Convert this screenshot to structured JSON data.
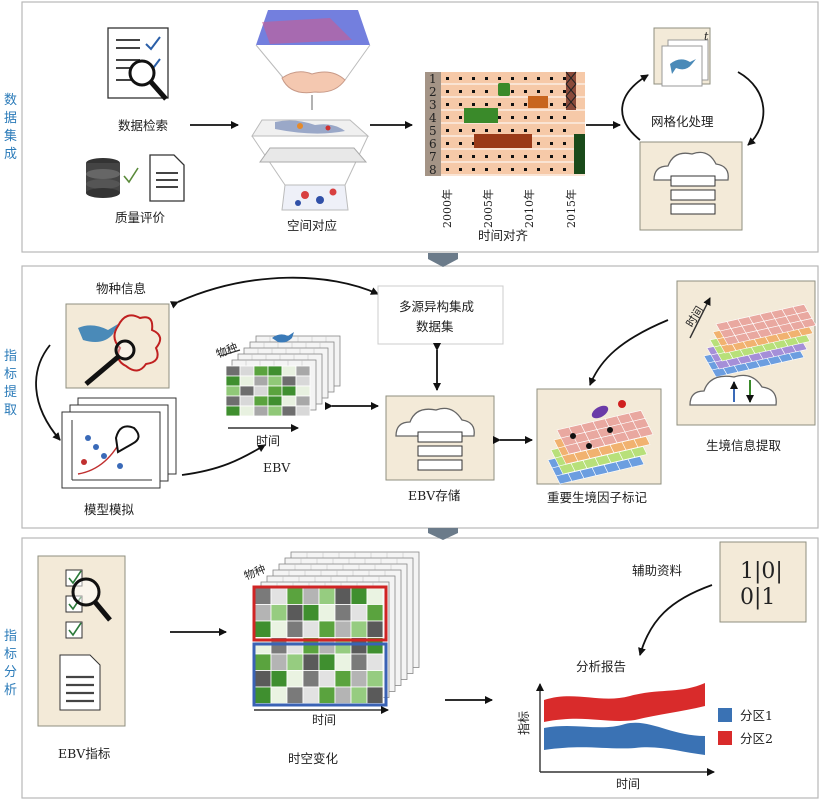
{
  "sections": {
    "integration": {
      "label": [
        "数",
        "据",
        "集",
        "成"
      ]
    },
    "extraction": {
      "label": [
        "指",
        "标",
        "提",
        "取"
      ]
    },
    "analysis": {
      "label": [
        "指",
        "标",
        "分",
        "析"
      ]
    }
  },
  "top": {
    "data_retrieval": "数据检索",
    "quality_eval": "质量评价",
    "spatial_match": "空间对应",
    "time_align": "时间对齐",
    "grid_process": "网格化处理",
    "row_numbers": [
      "1",
      "2",
      "3",
      "4",
      "5",
      "6",
      "7",
      "8"
    ],
    "years": [
      "2000年",
      "2005年",
      "2010年",
      "2015年"
    ],
    "t_symbol": "t"
  },
  "middle": {
    "species_info": "物种信息",
    "model_sim": "模型模拟",
    "multi_source": [
      "多源异构集成",
      "数据集"
    ],
    "ebv": "EBV",
    "species": "物种",
    "time": "时间",
    "ebv_storage": "EBV存储",
    "habitat_mark": "重要生境因子标记",
    "habitat_extract": "生境信息提取",
    "time_axis": "时间"
  },
  "bottom": {
    "ebv_indicator": "EBV指标",
    "spatiotemporal": "时空变化",
    "species": "物种",
    "time": "时间",
    "aux_data": "辅助资料",
    "binary": [
      "1|0|",
      "0|1"
    ],
    "report_title": "分析报告",
    "y_label": "指标",
    "x_label": "时间",
    "legend": [
      {
        "name": "分区1",
        "color": "#3a72b4"
      },
      {
        "name": "分区2",
        "color": "#d92b2b"
      }
    ]
  },
  "colors": {
    "accent_blue": "#2b7bb9",
    "panel_border": "#b8b8b8",
    "beige": "#f3ead8",
    "timeline_bg": "#f6c9a8",
    "green_dark": "#3a8a2a",
    "green_light": "#b7dba0",
    "red_frame": "#d02424",
    "blue_frame": "#3a62b5"
  }
}
